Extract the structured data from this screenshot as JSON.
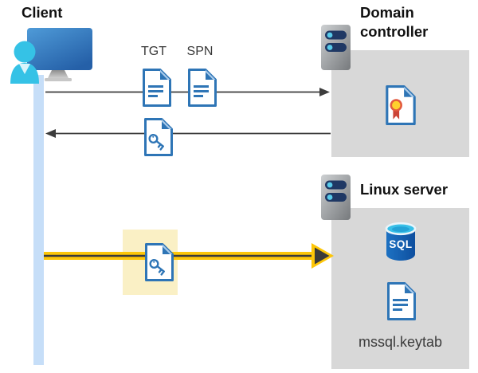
{
  "client": {
    "label": "Client"
  },
  "tickets": {
    "tgt": "TGT",
    "spn": "SPN"
  },
  "domain_controller": {
    "label": "Domain controller"
  },
  "linux_server": {
    "label": "Linux server",
    "database_label": "SQL",
    "keytab_filename": "mssql.keytab"
  },
  "icons": {
    "client": "monitor-with-user-icon",
    "domain_controller": "server-icon",
    "linux_server": "server-icon",
    "tgt": "document-icon",
    "spn": "document-icon",
    "service_ticket": "key-document-icon",
    "certificate": "certificate-icon",
    "database": "sql-database-icon",
    "keytab_file": "document-icon"
  },
  "colors": {
    "document_blue": "#2e75b6",
    "arrow_dark": "#3c3c3c",
    "kerberos_arrow_yellow": "#fdc608",
    "highlight_yellow": "#faf0c5",
    "box_gray": "#d8d8d8",
    "lifeline_blue": "#c6def8",
    "client_cyan": "#35c2e6",
    "sql_database_blue": "#1263b2",
    "label_black": "#111111"
  }
}
